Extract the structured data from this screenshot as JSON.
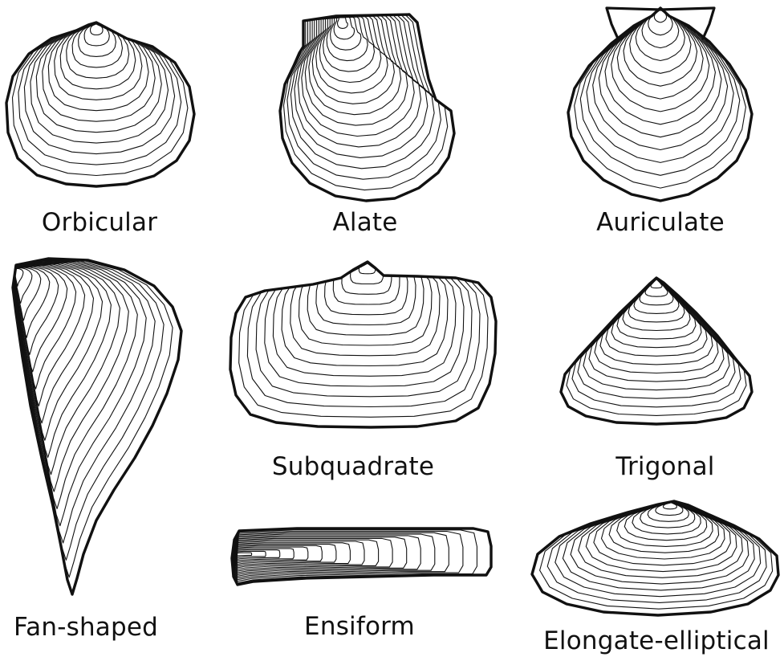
{
  "figure": {
    "background_color": "#ffffff",
    "line_color": "#111111",
    "shells": [
      {
        "key": "orbicular",
        "label": "Orbicular"
      },
      {
        "key": "alate",
        "label": "Alate"
      },
      {
        "key": "auriculate",
        "label": "Auriculate"
      },
      {
        "key": "fan_shaped",
        "label": "Fan-shaped"
      },
      {
        "key": "subquadrate",
        "label": "Subquadrate"
      },
      {
        "key": "trigonal",
        "label": "Trigonal"
      },
      {
        "key": "ensiform",
        "label": "Ensiform"
      },
      {
        "key": "elongate_elliptical",
        "label": "Elongate-elliptical"
      }
    ]
  }
}
